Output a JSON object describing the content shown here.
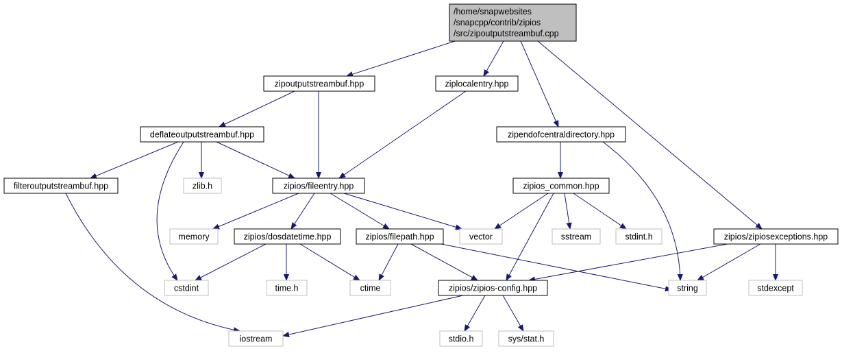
{
  "colors": {
    "edge": "#191970",
    "root_fill": "#bfbfbf",
    "node_border": "#000000",
    "leaf_border": "#bfbfbf",
    "text": "#000000"
  },
  "nodes": {
    "root": {
      "lines": [
        "/home/snapwebsites",
        "/snapcpp/contrib/zipios",
        "/src/zipoutputstreambuf.cpp"
      ],
      "style": "root"
    },
    "zipoutputstreambuf_hpp": {
      "lines": [
        "zipoutputstreambuf.hpp"
      ],
      "style": "normal"
    },
    "ziplocalentry_hpp": {
      "lines": [
        "ziplocalentry.hpp"
      ],
      "style": "normal"
    },
    "deflateoutputstreambuf_hpp": {
      "lines": [
        "deflateoutputstreambuf.hpp"
      ],
      "style": "normal"
    },
    "zipendofcentraldirectory_hpp": {
      "lines": [
        "zipendofcentraldirectory.hpp"
      ],
      "style": "normal"
    },
    "filteroutputstreambuf_hpp": {
      "lines": [
        "filteroutputstreambuf.hpp"
      ],
      "style": "normal"
    },
    "zlib_h": {
      "lines": [
        "zlib.h"
      ],
      "style": "leaf"
    },
    "fileentry_hpp": {
      "lines": [
        "zipios/fileentry.hpp"
      ],
      "style": "normal"
    },
    "zipios_common_hpp": {
      "lines": [
        "zipios_common.hpp"
      ],
      "style": "normal"
    },
    "memory": {
      "lines": [
        "memory"
      ],
      "style": "leaf"
    },
    "dosdatetime_hpp": {
      "lines": [
        "zipios/dosdatetime.hpp"
      ],
      "style": "normal"
    },
    "filepath_hpp": {
      "lines": [
        "zipios/filepath.hpp"
      ],
      "style": "normal"
    },
    "vector": {
      "lines": [
        "vector"
      ],
      "style": "leaf"
    },
    "sstream": {
      "lines": [
        "sstream"
      ],
      "style": "leaf"
    },
    "stdint_h": {
      "lines": [
        "stdint.h"
      ],
      "style": "leaf"
    },
    "zipiosexceptions_hpp": {
      "lines": [
        "zipios/zipiosexceptions.hpp"
      ],
      "style": "normal"
    },
    "cstdint": {
      "lines": [
        "cstdint"
      ],
      "style": "leaf"
    },
    "time_h": {
      "lines": [
        "time.h"
      ],
      "style": "leaf"
    },
    "ctime": {
      "lines": [
        "ctime"
      ],
      "style": "leaf"
    },
    "zipios_config_hpp": {
      "lines": [
        "zipios/zipios-config.hpp"
      ],
      "style": "normal"
    },
    "string": {
      "lines": [
        "string"
      ],
      "style": "leaf"
    },
    "stdexcept": {
      "lines": [
        "stdexcept"
      ],
      "style": "leaf"
    },
    "iostream": {
      "lines": [
        "iostream"
      ],
      "style": "leaf"
    },
    "stdio_h": {
      "lines": [
        "stdio.h"
      ],
      "style": "leaf"
    },
    "sys_stat_h": {
      "lines": [
        "sys/stat.h"
      ],
      "style": "leaf"
    }
  },
  "edges": [
    [
      "root",
      "zipoutputstreambuf_hpp"
    ],
    [
      "root",
      "ziplocalentry_hpp"
    ],
    [
      "root",
      "zipendofcentraldirectory_hpp"
    ],
    [
      "root",
      "zipiosexceptions_hpp"
    ],
    [
      "zipoutputstreambuf_hpp",
      "deflateoutputstreambuf_hpp"
    ],
    [
      "zipoutputstreambuf_hpp",
      "fileentry_hpp"
    ],
    [
      "ziplocalentry_hpp",
      "fileentry_hpp"
    ],
    [
      "deflateoutputstreambuf_hpp",
      "filteroutputstreambuf_hpp"
    ],
    [
      "deflateoutputstreambuf_hpp",
      "zlib_h"
    ],
    [
      "deflateoutputstreambuf_hpp",
      "fileentry_hpp"
    ],
    [
      "deflateoutputstreambuf_hpp",
      "cstdint"
    ],
    [
      "filteroutputstreambuf_hpp",
      "iostream"
    ],
    [
      "fileentry_hpp",
      "memory"
    ],
    [
      "fileentry_hpp",
      "dosdatetime_hpp"
    ],
    [
      "fileentry_hpp",
      "filepath_hpp"
    ],
    [
      "fileentry_hpp",
      "vector"
    ],
    [
      "zipendofcentraldirectory_hpp",
      "zipios_common_hpp"
    ],
    [
      "zipendofcentraldirectory_hpp",
      "string"
    ],
    [
      "zipios_common_hpp",
      "vector"
    ],
    [
      "zipios_common_hpp",
      "sstream"
    ],
    [
      "zipios_common_hpp",
      "stdint_h"
    ],
    [
      "zipios_common_hpp",
      "zipios_config_hpp"
    ],
    [
      "dosdatetime_hpp",
      "cstdint"
    ],
    [
      "dosdatetime_hpp",
      "time_h"
    ],
    [
      "dosdatetime_hpp",
      "ctime"
    ],
    [
      "filepath_hpp",
      "ctime"
    ],
    [
      "filepath_hpp",
      "zipios_config_hpp"
    ],
    [
      "filepath_hpp",
      "string"
    ],
    [
      "zipiosexceptions_hpp",
      "zipios_config_hpp"
    ],
    [
      "zipiosexceptions_hpp",
      "string"
    ],
    [
      "zipiosexceptions_hpp",
      "stdexcept"
    ],
    [
      "zipios_config_hpp",
      "iostream"
    ],
    [
      "zipios_config_hpp",
      "stdio_h"
    ],
    [
      "zipios_config_hpp",
      "sys_stat_h"
    ]
  ]
}
